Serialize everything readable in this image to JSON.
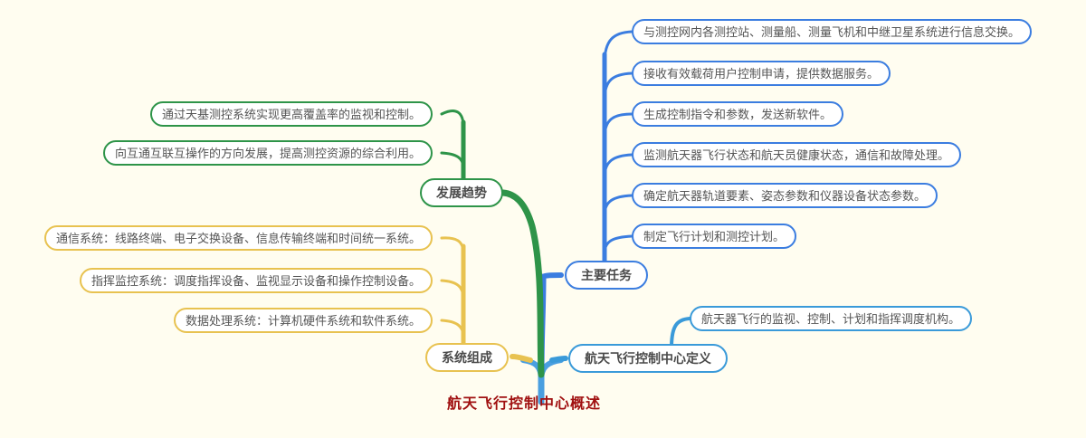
{
  "diagram": {
    "type": "mindmap",
    "background_color": "#fffdf0",
    "root": {
      "label": "航天飞行控制中心概述",
      "color": "#a01010"
    },
    "branches": [
      {
        "id": "main-tasks",
        "label": "主要任务",
        "color": "#3b7de0",
        "side": "right",
        "children": [
          {
            "label": "与测控网内各测控站、测量船、测量飞机和中继卫星系统进行信息交换。"
          },
          {
            "label": "接收有效载荷用户控制申请，提供数据服务。"
          },
          {
            "label": "生成控制指令和参数，发送新软件。"
          },
          {
            "label": "监测航天器飞行状态和航天员健康状态，通信和故障处理。"
          },
          {
            "label": "确定航天器轨道要素、姿态参数和仪器设备状态参数。"
          },
          {
            "label": "制定飞行计划和测控计划。"
          }
        ]
      },
      {
        "id": "definition",
        "label": "航天飞行控制中心定义",
        "color": "#3a9ad9",
        "side": "right",
        "children": [
          {
            "label": "航天器飞行的监视、控制、计划和指挥调度机构。"
          }
        ]
      },
      {
        "id": "trends",
        "label": "发展趋势",
        "color": "#2e9449",
        "side": "left",
        "children": [
          {
            "label": "通过天基测控系统实现更高覆盖率的监视和控制。"
          },
          {
            "label": "向互通互联互操作的方向发展，提高测控资源的综合利用。"
          }
        ]
      },
      {
        "id": "system-composition",
        "label": "系统组成",
        "color": "#e8c250",
        "side": "left",
        "children": [
          {
            "label": "通信系统：线路终端、电子交换设备、信息传输终端和时间统一系统。"
          },
          {
            "label": "指挥监控系统：调度指挥设备、监视显示设备和操作控制设备。"
          },
          {
            "label": "数据处理系统：计算机硬件系统和软件系统。"
          }
        ]
      }
    ]
  }
}
